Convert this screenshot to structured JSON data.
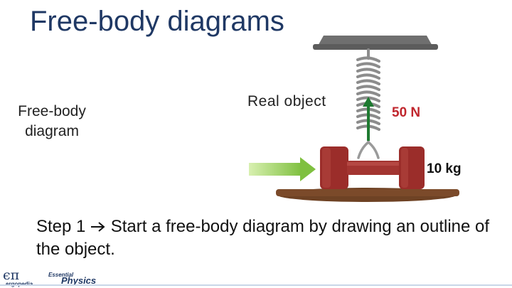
{
  "slide": {
    "title": "Free-body diagrams",
    "free_body_label": "Free-body diagram",
    "real_object_label": "Real object",
    "force_label": "50 N",
    "mass_label": "10 kg",
    "step_text_before_arrow": "Step 1",
    "step_text_after_arrow": " Start a free-body diagram by drawing an outline of the object."
  },
  "logo": {
    "symbol": "ϵπ",
    "name": "ergopedia",
    "tagline_small": "Essential",
    "tagline_big": "Physics"
  },
  "colors": {
    "title": "#1f3864",
    "force": "#c0262d",
    "dumbbell": "#9b2d2a",
    "floor": "#7b4a2a",
    "ceiling": "#6f6f6f",
    "green_arrow": "#1e7a30",
    "push_arrow": "#9bd15a"
  },
  "icons": {
    "step_arrow": "right-arrow-icon"
  }
}
